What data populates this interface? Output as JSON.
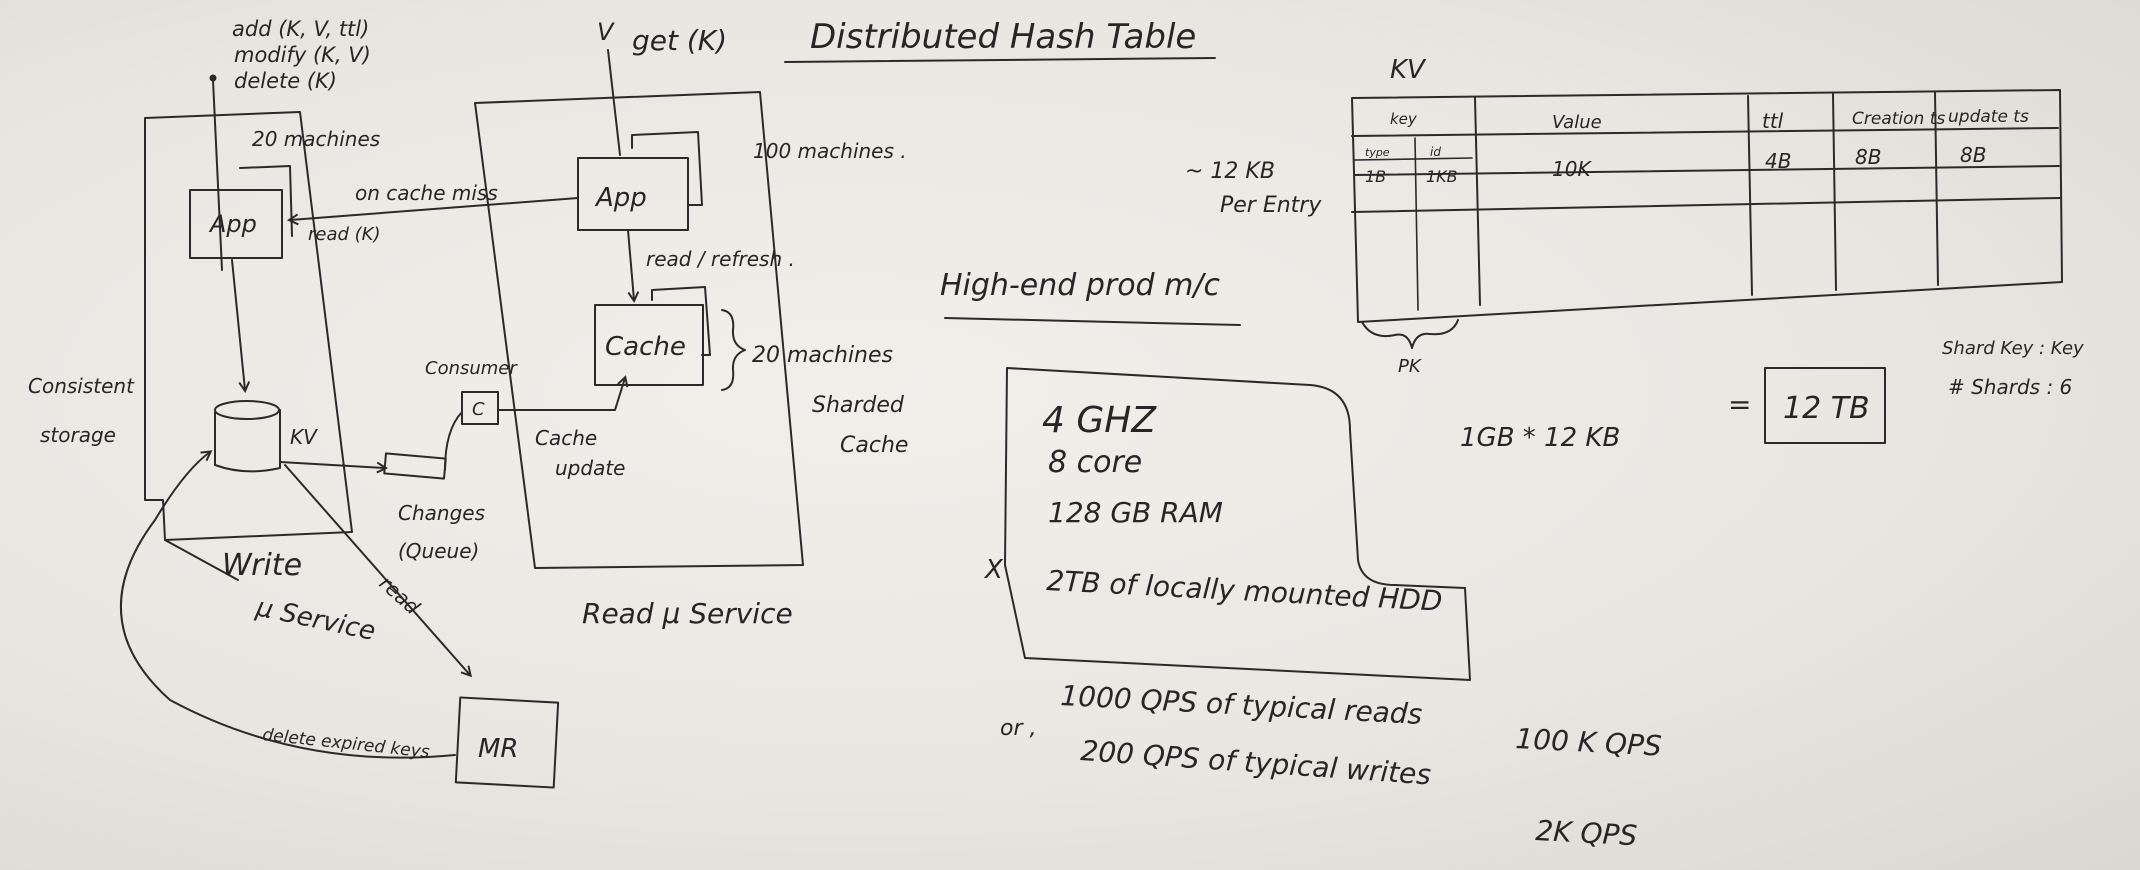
{
  "title": "Distributed Hash Table",
  "write_ops": [
    "add (K, V, ttl)",
    "modify (K, V)",
    "delete (K)"
  ],
  "get_op": "get (K)",
  "v_label": "V",
  "write_app": {
    "label": "App",
    "machines": "20 machines"
  },
  "on_cache_miss": "on cache miss",
  "read_k": "read (K)",
  "read_app": {
    "label": "App",
    "machines": "100 machines ."
  },
  "read_refresh": "read / refresh .",
  "cache": {
    "label": "Cache",
    "machines": "20 machines",
    "note_line1": "Sharded",
    "note_line2": "Cache"
  },
  "consumer": {
    "label": "Consumer",
    "box": "C"
  },
  "cache_update_line1": "Cache",
  "cache_update_line2": "update",
  "kv_store": {
    "label": "KV",
    "note_line1": "Consistent",
    "note_line2": "storage"
  },
  "changes_line1": "Changes",
  "changes_line2": "(Queue)",
  "write_service_line1": "Write",
  "write_service_line2": "μ Service",
  "read_arrow": "read",
  "read_service": "Read  μ Service",
  "mr_box": "MR",
  "delete_expired": "delete expired keys",
  "kv_table": {
    "title": "KV",
    "headers": [
      "key",
      "Value",
      "ttl",
      "Creation ts",
      "update ts"
    ],
    "subheaders": [
      "type",
      "id"
    ],
    "row": [
      "1B",
      "1KB",
      "10K",
      "4B",
      "8B",
      "8B"
    ],
    "pk": "PK"
  },
  "entry_size_line1": "~ 12 KB",
  "entry_size_line2": "Per Entry",
  "prod_title": "High-end prod m/c",
  "specs": [
    "4 GHZ",
    "8  core",
    "128 GB RAM",
    "2TB of locally mounted HDD"
  ],
  "x_mark": "X",
  "qps": [
    {
      "text": "1000  QPS of typical reads",
      "scaled": "100 K QPS"
    },
    {
      "text": "200  QPS of typical writes",
      "scaled": "2K QPS"
    }
  ],
  "or_mark": "or ,",
  "calc": {
    "left": "1GB  *  12 KB",
    "eq": "=",
    "result": "12 TB"
  },
  "shard_key": "Shard Key : Key",
  "shards": "# Shards : 6"
}
